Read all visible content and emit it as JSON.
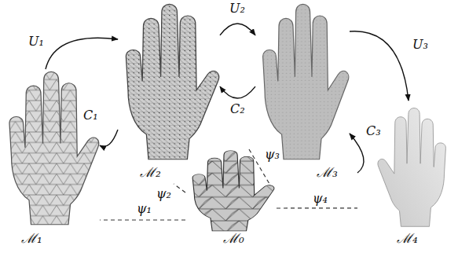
{
  "diagram": {
    "nodes": [
      {
        "text": [
          "ℳ₂"
        ]
      },
      {
        "text": [
          "ℳ₃"
        ]
      },
      {
        "text": [
          "ℳ₁"
        ]
      },
      {
        "text": [
          "ℳ₄"
        ]
      },
      {
        "text": [
          "ℳ₀"
        ]
      }
    ],
    "edges": [
      {
        "from": 2,
        "to": 0,
        "label": "U₁",
        "arrow": "to"
      },
      {
        "from": 0,
        "to": 2,
        "label": "C₁",
        "arrow": "to"
      },
      {
        "from": 0,
        "to": 1,
        "label": "U₂",
        "arrow": "to"
      },
      {
        "from": 1,
        "to": 0,
        "label": "C₂",
        "arrow": "to"
      },
      {
        "from": 1,
        "to": 3,
        "label": "U₃",
        "arrow": "to"
      },
      {
        "from": 3,
        "to": 1,
        "label": "C₃",
        "arrow": "to"
      },
      {
        "from": 4,
        "to": 2,
        "label": "ψ₁",
        "arrow": "none"
      },
      {
        "from": 4,
        "to": 0,
        "label": "ψ₂",
        "arrow": "none"
      },
      {
        "from": 4,
        "to": 1,
        "label": "ψ₃",
        "arrow": "none"
      },
      {
        "from": 4,
        "to": 3,
        "label": "ψ₄",
        "arrow": "none"
      }
    ]
  }
}
